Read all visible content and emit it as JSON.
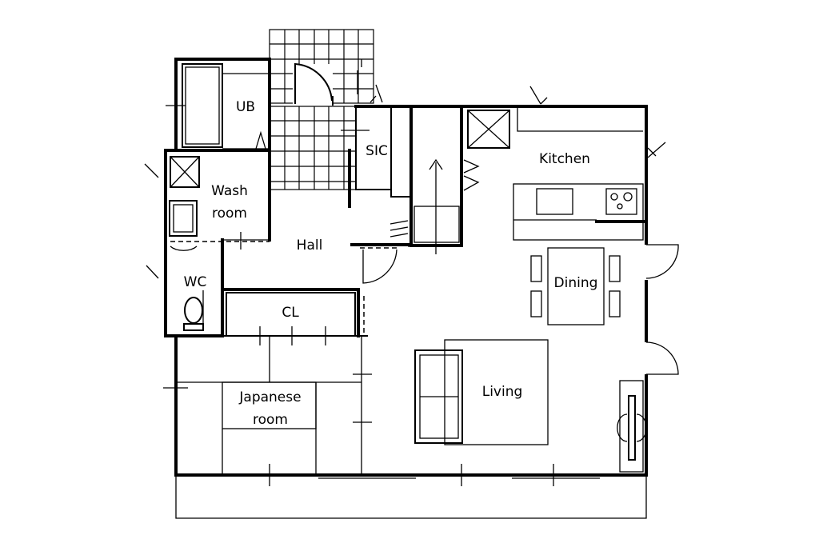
{
  "rooms": {
    "ub": "UB",
    "wash_line1": "Wash",
    "wash_line2": "room",
    "wc": "WC",
    "sic": "SIC",
    "hall": "Hall",
    "cl": "CL",
    "kitchen": "Kitchen",
    "dining": "Dining",
    "living": "Living",
    "japanese_line1": "Japanese",
    "japanese_line2": "room"
  }
}
